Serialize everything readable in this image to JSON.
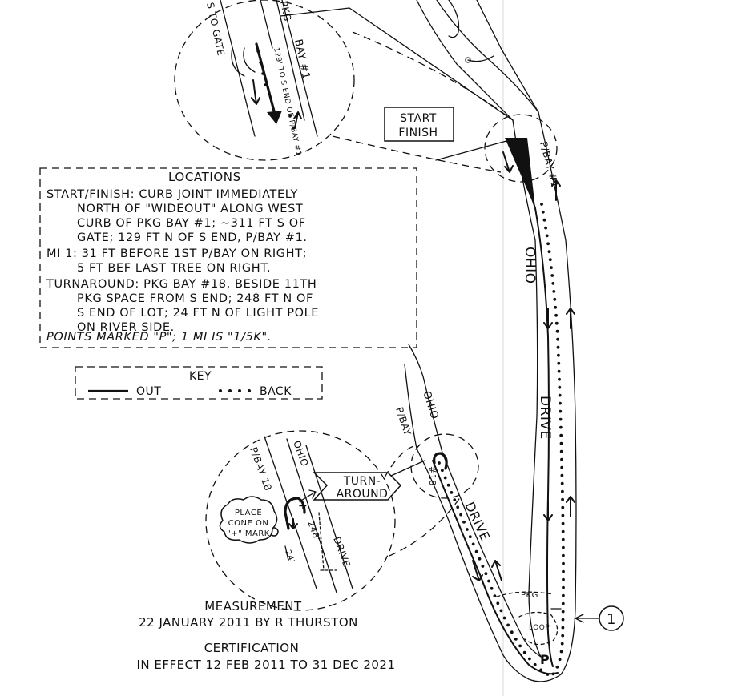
{
  "locations": {
    "heading": "LOCATIONS",
    "start_finish": [
      "START/FINISH: CURB JOINT IMMEDIATELY",
      "NORTH OF \"WIDEOUT\" ALONG WEST",
      "CURB OF PKG BAY #1; ~311 FT S OF",
      "GATE; 129 FT N OF S END, P/BAY #1."
    ],
    "mi_1": [
      "MI 1: 31 FT BEFORE 1ST P/BAY ON RIGHT;",
      "5 FT BEF LAST TREE ON RIGHT."
    ],
    "turnaround": [
      "TURNAROUND: PKG BAY #18, BESIDE 11TH",
      "PKG SPACE FROM S END; 248 FT N OF",
      "S END OF LOT; 24 FT N OF LIGHT POLE",
      "ON RIVER SIDE."
    ],
    "points_note": "POINTS MARKED \"P\"; 1 MI IS \"1/5K\"."
  },
  "key": {
    "heading": "KEY",
    "out_label": "OUT",
    "back_label": "BACK"
  },
  "callouts": {
    "start_finish": [
      "START",
      "FINISH"
    ],
    "turnaround": [
      "TURN-",
      "AROUND"
    ],
    "mile_marker": "1",
    "place_cone": [
      "PLACE",
      "CONE ON",
      "\"+\" MARK"
    ]
  },
  "map_labels": {
    "ohio_main": "OHIO",
    "drive_main": "DRIVE",
    "drive_lower": "DRIVE",
    "ohio_lower": "OHIO",
    "pbay_lower": "P/BAY",
    "bay_18": "#18",
    "pbay_1": "P/BAY #1",
    "pkg": "PKG",
    "loop": "LOOP",
    "p_marker": "P"
  },
  "inset_top": {
    "to_gate": "S TO GATE",
    "pkg": "PKG",
    "bay_1": "BAY #1",
    "distance": "129' TO S END OF P/BAY #1"
  },
  "inset_bottom": {
    "pbay_18": "P/BAY 18",
    "ohio": "OHIO",
    "drive": "DRIVE",
    "dist_248": "248'",
    "dist_24": "24'"
  },
  "measurement": {
    "title": "MEASUREMENT",
    "line": "22 JANUARY 2011 BY R THURSTON"
  },
  "certification": {
    "title": "CERTIFICATION",
    "line": "IN EFFECT 12 FEB 2011 TO 31 DEC 2021"
  }
}
